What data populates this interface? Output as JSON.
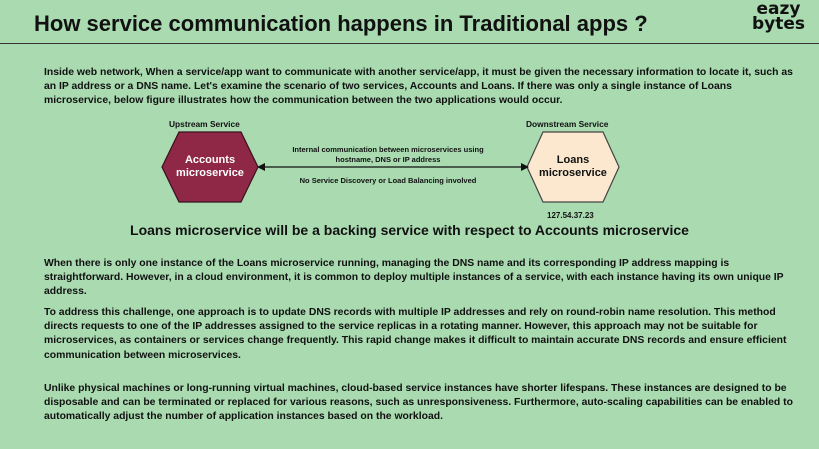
{
  "header": {
    "title": "How service communication happens in Traditional apps ?",
    "logo_line1": "eazy",
    "logo_line2": "bytes"
  },
  "intro": "Inside web network, When a service/app want to communicate with another service/app, it must be given the necessary information to locate it, such as an IP address or a DNS name. Let's examine the scenario of two services, Accounts and Loans. If there was only a single instance of Loans microservice, below figure illustrates how the communication between the two applications would occur.",
  "diagram": {
    "upstream_label": "Upstream Service",
    "downstream_label": "Downstream Service",
    "accounts_text": "Accounts microservice",
    "loans_text": "Loans microservice",
    "arrow_top_text": "Internal communication between microservices using hostname, DNS or IP address",
    "arrow_bottom_text": "No Service Discovery or Load Balancing involved",
    "ip_address": "127.54.37.23",
    "accounts_color": "#8f2747",
    "loans_color": "#fbe8cf"
  },
  "subheading": "Loans microservice will be a backing service with respect to Accounts microservice",
  "paragraphs": [
    "When there is only one instance of the Loans microservice running, managing the DNS name and its corresponding IP address mapping is straightforward. However, in a cloud environment, it is common to deploy multiple instances of a service, with each instance having its own unique IP address.",
    "To address this challenge, one approach is to update DNS records with multiple IP addresses and rely on round-robin name resolution. This method directs requests to one of the IP addresses assigned to the service replicas in a rotating manner. However, this approach may not be suitable for microservices, as containers or services change frequently. This rapid change makes it difficult to maintain accurate DNS records and ensure efficient communication between microservices.",
    "Unlike physical machines or long-running virtual machines, cloud-based service instances have shorter lifespans. These instances are designed to be disposable and can be terminated or replaced for various reasons, such as unresponsiveness. Furthermore, auto-scaling capabilities can be enabled to automatically adjust the number of application instances based on the workload."
  ]
}
